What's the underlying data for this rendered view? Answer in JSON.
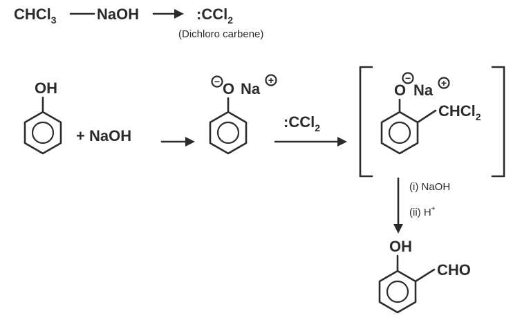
{
  "step1": {
    "reactant": "CHCl",
    "reactant_sub": "3",
    "reagent": "NaOH",
    "product": ":CCl",
    "product_sub": "2",
    "product_name": "(Dichloro carbene)"
  },
  "phenol": {
    "oh": "OH",
    "plus_reagent": "+ NaOH"
  },
  "phenoxide": {
    "o": "O",
    "na": "Na",
    "minus": "−",
    "plus": "+"
  },
  "arrow2_label": ":CCl",
  "arrow2_label_sub": "2",
  "intermediate": {
    "o": "O",
    "na": "Na",
    "minus": "−",
    "plus": "+",
    "group": "CHCl",
    "group_sub": "2"
  },
  "step_down": {
    "reagent_1": "(i) NaOH",
    "reagent_2": "(ii) H",
    "reagent_2_sup": "+"
  },
  "product": {
    "oh": "OH",
    "group": "CHO"
  }
}
